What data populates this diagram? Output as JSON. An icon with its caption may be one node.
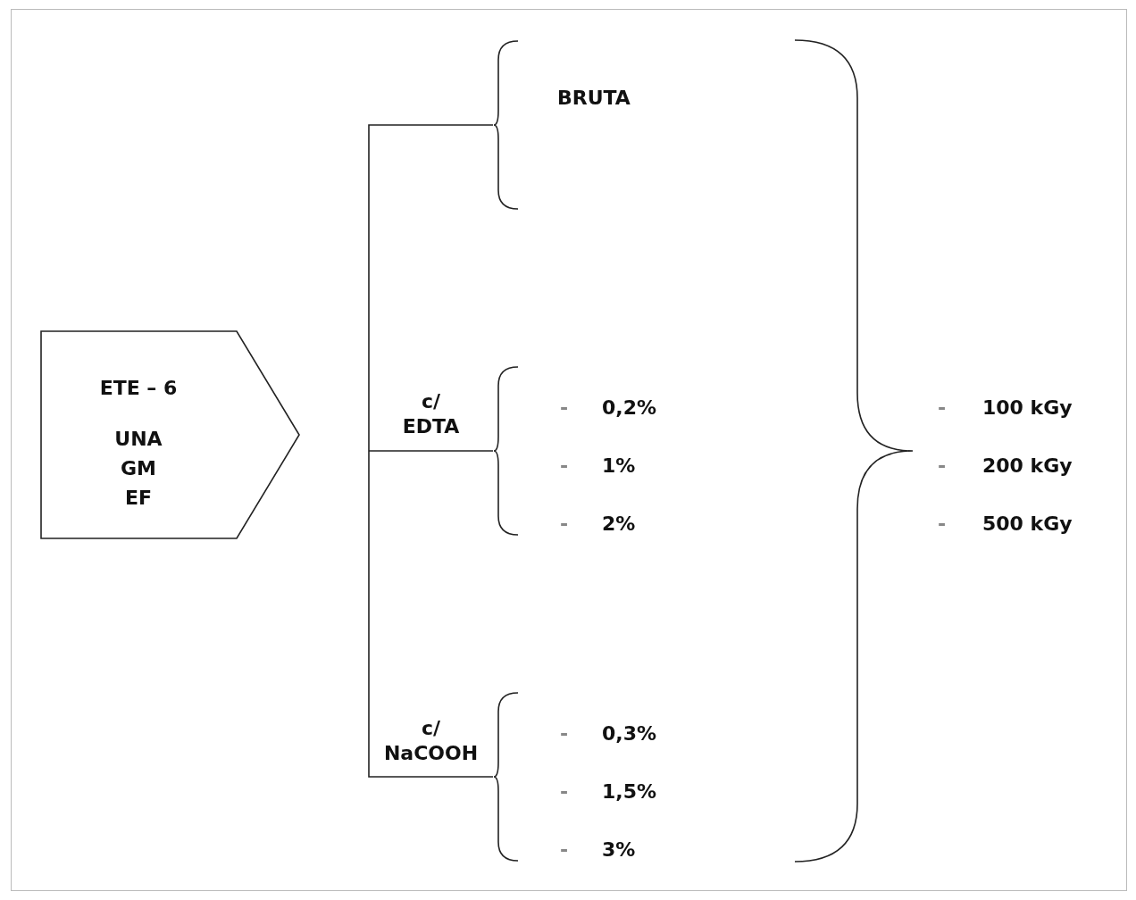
{
  "diagram": {
    "nodes": [
      {
        "text": [
          "ETE – 6",
          "UNA GM EF"
        ]
      },
      {
        "text": [
          "BRUTA"
        ]
      },
      {
        "text": [
          "-",
          "0,2%",
          "-",
          "1%",
          "-",
          "2%"
        ]
      },
      {
        "text": [
          "-",
          "0,3%",
          "-",
          "1,5%",
          "-",
          "3%"
        ]
      },
      {
        "text": [
          "-",
          "100 kGy",
          "-",
          "200 kGy",
          "-",
          "500 kGy"
        ]
      }
    ],
    "edges": [
      {
        "from": null,
        "to": 1,
        "arrow": "none"
      },
      {
        "from": null,
        "to": 2,
        "arrow": "none",
        "label": "c/ EDTA"
      },
      {
        "from": null,
        "to": 3,
        "arrow": "none",
        "label": "c/ NaCOOH"
      }
    ]
  }
}
